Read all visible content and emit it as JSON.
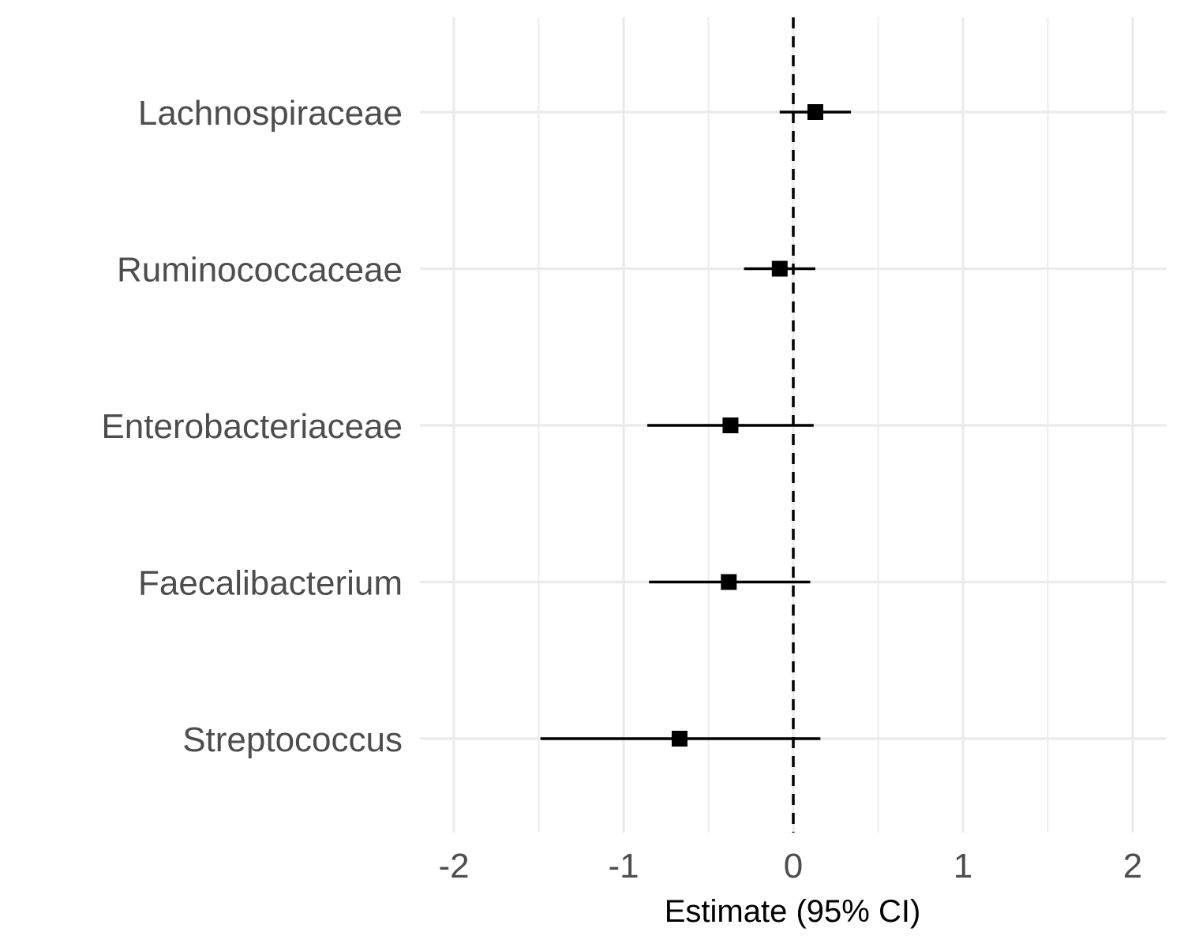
{
  "chart_data": {
    "type": "forest",
    "title": "",
    "xlabel": "Estimate (95% CI)",
    "ylabel": "",
    "xlim": [
      -2.2,
      2.2
    ],
    "x_ticks": [
      -2,
      -1,
      0,
      1,
      2
    ],
    "x_tick_labels": [
      "-2",
      "-1",
      "0",
      "1",
      "2"
    ],
    "grid": true,
    "reference_line": 0,
    "categories": [
      "Lachnospiraceae",
      "Ruminococcaceae",
      "Enterobacteriaceae",
      "Faecalibacterium",
      "Streptococcus"
    ],
    "estimates": [
      0.13,
      -0.08,
      -0.37,
      -0.38,
      -0.67
    ],
    "ci_lower": [
      -0.08,
      -0.29,
      -0.86,
      -0.85,
      -1.49
    ],
    "ci_upper": [
      0.34,
      0.13,
      0.12,
      0.1,
      0.16
    ],
    "colors": {
      "marker": "#000000",
      "grid": "#ebebeb",
      "label": "#4d4d4d"
    }
  }
}
